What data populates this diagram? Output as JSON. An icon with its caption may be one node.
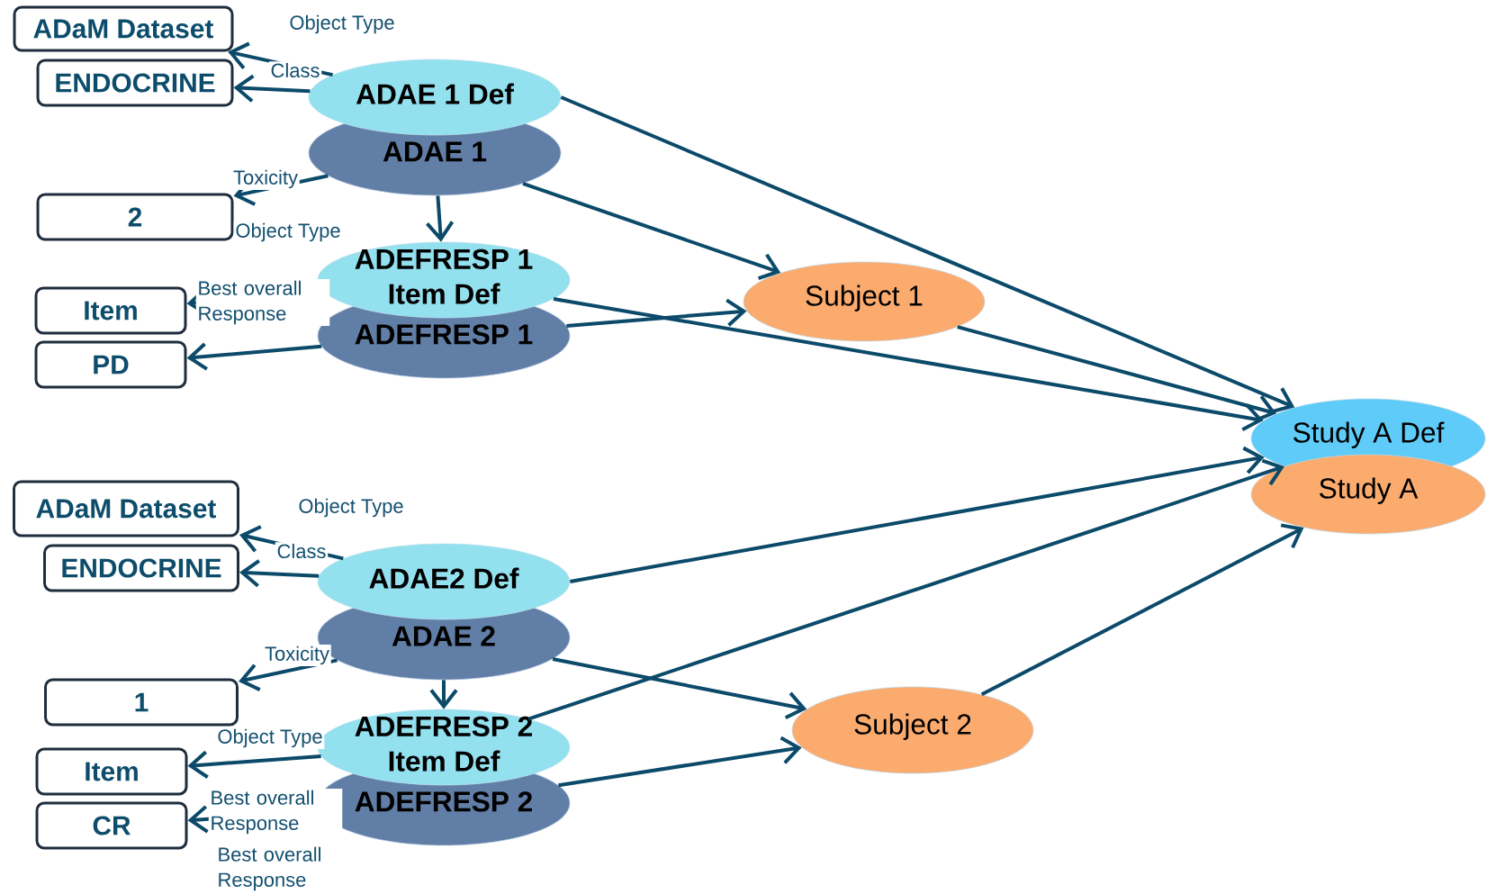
{
  "diagram": {
    "nodes": [
      {
        "text": [
          "ADaM Dataset"
        ]
      },
      {
        "text": [
          "ENDOCRINE"
        ]
      },
      {
        "text": [
          "2"
        ]
      },
      {
        "text": [
          "Item"
        ]
      },
      {
        "text": [
          "PD"
        ]
      },
      {
        "text": [
          "ADAE 1 Def"
        ]
      },
      {
        "text": [
          "ADAE 1"
        ]
      },
      {
        "text": [
          "ADEFRESP 1 Item Def"
        ]
      },
      {
        "text": [
          "ADEFRESP 1"
        ]
      },
      {
        "text": [
          "Subject 1"
        ]
      },
      {
        "text": [
          "Study A Def"
        ]
      },
      {
        "text": [
          "Study A"
        ]
      },
      {
        "text": [
          "ADaM Dataset"
        ]
      },
      {
        "text": [
          "ENDOCRINE"
        ]
      },
      {
        "text": [
          "1"
        ]
      },
      {
        "text": [
          "Item"
        ]
      },
      {
        "text": [
          "CR"
        ]
      },
      {
        "text": [
          "ADAE2 Def"
        ]
      },
      {
        "text": [
          "ADAE 2"
        ]
      },
      {
        "text": [
          "ADEFRESP 2 Item Def"
        ]
      },
      {
        "text": [
          "ADEFRESP 2"
        ]
      },
      {
        "text": [
          "Subject 2"
        ]
      }
    ],
    "edges": [
      {
        "from": 5,
        "to": 0,
        "arrow": "to",
        "label": "Object Type"
      },
      {
        "from": 5,
        "to": 1,
        "arrow": "to",
        "label": "Class"
      },
      {
        "from": 6,
        "to": 2,
        "arrow": "to",
        "label": "Toxicity"
      },
      {
        "from": 6,
        "to": 7,
        "arrow": "to"
      },
      {
        "from": 7,
        "to": 3,
        "arrow": "to",
        "label": "Object Type"
      },
      {
        "from": 8,
        "to": 4,
        "arrow": "to",
        "label": "Best overall Response"
      },
      {
        "from": 5,
        "to": 10,
        "arrow": "to"
      },
      {
        "from": 6,
        "to": 9,
        "arrow": "to"
      },
      {
        "from": 7,
        "to": 10,
        "arrow": "to"
      },
      {
        "from": 8,
        "to": 9,
        "arrow": "to"
      },
      {
        "from": 9,
        "to": 10,
        "arrow": "to"
      },
      {
        "from": 17,
        "to": 12,
        "arrow": "to",
        "label": "Object Type"
      },
      {
        "from": 17,
        "to": 13,
        "arrow": "to",
        "label": "Class"
      },
      {
        "from": 18,
        "to": 14,
        "arrow": "to",
        "label": "Toxicity"
      },
      {
        "from": 18,
        "to": 19,
        "arrow": "to"
      },
      {
        "from": 19,
        "to": 15,
        "arrow": "to",
        "label": "Object Type"
      },
      {
        "from": 20,
        "to": 16,
        "arrow": "to",
        "label": "Best overall Response"
      },
      {
        "from": 17,
        "to": 10,
        "arrow": "to"
      },
      {
        "from": 18,
        "to": 21,
        "arrow": "to"
      },
      {
        "from": 19,
        "to": 10,
        "arrow": "to"
      },
      {
        "from": 20,
        "to": 21,
        "arrow": "to"
      },
      {
        "from": 21,
        "to": 11,
        "arrow": "to"
      }
    ],
    "labels": [
      "Best overall Response"
    ]
  }
}
